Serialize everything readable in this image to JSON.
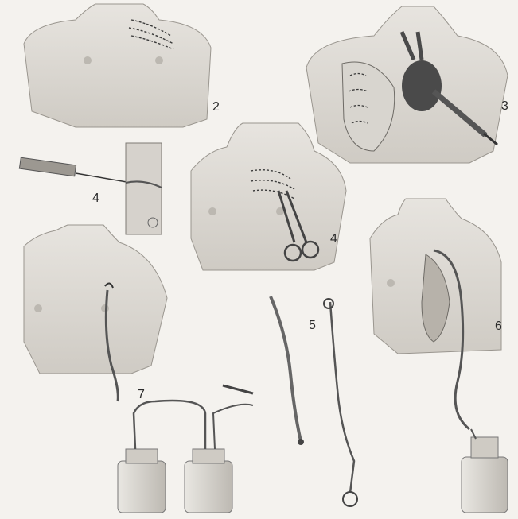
{
  "figure_numbers": {
    "top_left": "2",
    "top_right": "3",
    "syringe_detail": "4",
    "clamp": "4",
    "tube_pair": "5",
    "right_drain": "6",
    "water_seal": "7"
  },
  "colors": {
    "paper": "#f4f2ee",
    "skin": "#dedbd5",
    "ink": "#3a3a3a",
    "lung_dark": "#4a4a4a"
  }
}
